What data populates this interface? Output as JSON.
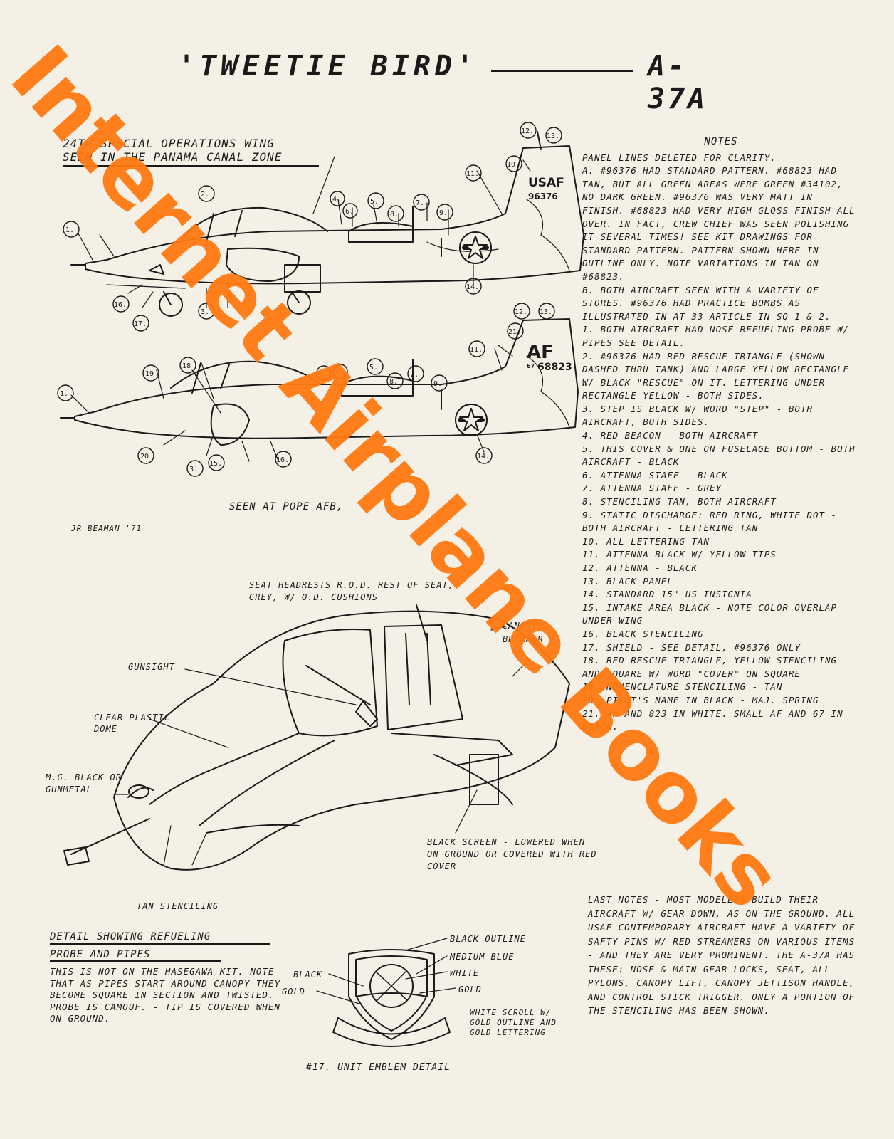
{
  "title": {
    "left": "'TWEETIE BIRD'",
    "right": "A-37A"
  },
  "subtitle": {
    "line1": "24th SPECIAL OPERATIONS WING",
    "line2": "SEEN IN THE PANAMA CANAL ZONE"
  },
  "top_aircraft": {
    "tail_code": "USAF",
    "serial": "96376"
  },
  "bottom_aircraft": {
    "tail_code": "AF",
    "serial_small": "67",
    "serial": "68823"
  },
  "seen_at": "SEEN AT POPE AFB,",
  "artist": "JR BEAMAN '71",
  "callouts_top": [
    "1.",
    "2.",
    "3.",
    "4.",
    "5.",
    "6.",
    "8.",
    "7.",
    "9.",
    "10.",
    "11.",
    "12.",
    "13.",
    "14.",
    "16.",
    "17."
  ],
  "callouts_bottom": [
    "1.",
    "3.",
    "4.",
    "5.",
    "6.",
    "7.",
    "8.",
    "9.",
    "11.",
    "12.",
    "13.",
    "14.",
    "15.",
    "16.",
    "18",
    "19",
    "20",
    "21."
  ],
  "cockpit_labels": {
    "headrests": "SEAT HEADRESTS R.O.D. REST OF SEAT, GREY, W/ O.D. CUSHIONS",
    "canopy_breaker": "CANOPY BREAKER",
    "gunsight": "GUNSIGHT",
    "clear_dome": "CLEAR PLASTIC DOME",
    "mg": "M.G. BLACK OR GUNMETAL",
    "black_screen": "BLACK SCREEN - LOWERED WHEN ON GROUND OR COVERED WITH RED COVER",
    "tan_stenciling": "TAN STENCILING"
  },
  "notes": {
    "heading": "NOTES",
    "items": [
      "PANEL LINES DELETED FOR CLARITY.",
      "A. #96376 HAD STANDARD PATTERN. #68823 HAD TAN, BUT ALL GREEN AREAS WERE GREEN #34102, NO DARK GREEN. #96376 WAS VERY MATT IN FINISH. #68823 HAD VERY HIGH GLOSS FINISH ALL OVER. IN FACT, CREW CHIEF WAS SEEN POLISHING IT SEVERAL TIMES! SEE KIT DRAWINGS FOR STANDARD PATTERN. PATTERN SHOWN HERE IN OUTLINE ONLY. NOTE VARIATIONS IN TAN ON #68823.",
      "B. BOTH AIRCRAFT SEEN WITH A VARIETY OF STORES. #96376 HAD PRACTICE BOMBS AS ILLUSTRATED IN AT-33 ARTICLE IN SQ 1 & 2.",
      "1. BOTH AIRCRAFT HAD NOSE REFUELING PROBE W/ PIPES SEE DETAIL.",
      "2. #96376 HAD RED RESCUE TRIANGLE (SHOWN DASHED THRU TANK) AND LARGE YELLOW RECTANGLE W/ BLACK \"RESCUE\" ON IT. LETTERING UNDER RECTANGLE YELLOW - BOTH SIDES.",
      "3. STEP IS BLACK W/ WORD \"STEP\" - BOTH AIRCRAFT, BOTH SIDES.",
      "4. RED BEACON - BOTH AIRCRAFT",
      "5. THIS COVER & ONE ON FUSELAGE BOTTOM - BOTH AIRCRAFT - BLACK",
      "6. ATTENNA STAFF - BLACK",
      "7. ATTENNA STAFF - GREY",
      "8. STENCILING TAN, BOTH AIRCRAFT",
      "9. STATIC DISCHARGE: RED RING, WHITE DOT - BOTH AIRCRAFT - LETTERING TAN",
      "10. ALL LETTERING TAN",
      "11. ATTENNA BLACK W/ YELLOW TIPS",
      "12. ATTENNA - BLACK",
      "13. BLACK PANEL",
      "14. STANDARD 15\" US INSIGNIA",
      "15. INTAKE AREA BLACK - NOTE COLOR OVERLAP UNDER WING",
      "16. BLACK STENCILING",
      "17. SHIELD - SEE DETAIL, #96376 ONLY",
      "18. RED RESCUE TRIANGLE, YELLOW STENCILING AND SQUARE W/ WORD \"COVER\" ON SQUARE",
      "19. NOMENCLATURE STENCILING - TAN",
      "20. PILOT'S NAME IN BLACK - MAJ. SPRING",
      "21. AF AND 823 IN WHITE. SMALL AF AND 67 IN BLACK."
    ]
  },
  "last_notes": "LAST NOTES - MOST MODELERS BUILD THEIR AIRCRAFT W/ GEAR DOWN, AS ON THE GROUND. ALL USAF CONTEMPORARY AIRCRAFT HAVE A VARIETY OF SAFTY PINS W/ RED STREAMERS ON VARIOUS ITEMS - AND THEY ARE VERY PROMINENT. THE A-37A HAS THESE: NOSE & MAIN GEAR LOCKS, SEAT, ALL PYLONS, CANOPY LIFT, CANOPY JETTISON HANDLE, AND CONTROL STICK TRIGGER. ONLY A PORTION OF THE STENCILING HAS BEEN SHOWN.",
  "refuel_detail": {
    "head1": "DETAIL SHOWING REFUELING",
    "head2": "PROBE AND PIPES",
    "body": "THIS IS NOT ON THE HASEGAWA KIT. NOTE THAT AS PIPES START AROUND CANOPY THEY BECOME SQUARE IN SECTION AND TWISTED. PROBE IS CAMOUF. - TIP IS COVERED WHEN ON GROUND."
  },
  "emblem": {
    "black_outline": "BLACK OUTLINE",
    "medium_blue": "MEDIUM BLUE",
    "white": "WHITE",
    "gold_right": "GOLD",
    "black_left": "BLACK",
    "gold_left": "GOLD",
    "scroll": "WHITE SCROLL W/ GOLD OUTLINE AND GOLD LETTERING",
    "caption": "#17. UNIT EMBLEM DETAIL"
  },
  "watermark": "Internet Airplane Books",
  "colors": {
    "watermark": "#ff7a12",
    "paper": "#f4f0e6",
    "ink": "#1a1a1a"
  }
}
